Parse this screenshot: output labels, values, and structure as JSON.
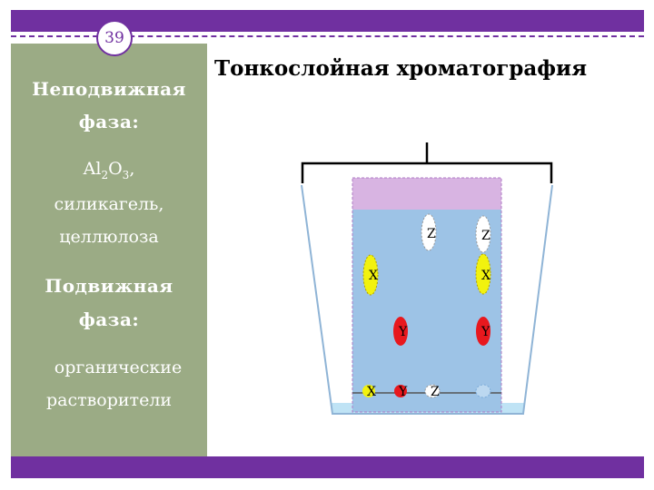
{
  "slide": {
    "page_number": "39",
    "title": "Тонкослойная хроматография",
    "stationary": {
      "heading_line1": "Неподвижная",
      "heading_line2": "фаза:",
      "formula_al": "Al",
      "formula_sub1": "2",
      "formula_o": "O",
      "formula_sub2": "3",
      "formula_comma": ",",
      "materials_line2": "силикагель,",
      "materials_line3": "целлюлоза"
    },
    "mobile": {
      "heading_line1": "Подвижная",
      "heading_line2": "фаза:",
      "solvent_line1": "органические",
      "solvent_line2": "растворители"
    }
  },
  "diagram": {
    "spot_labels": {
      "col1_z": "Z",
      "col1_x": "X",
      "col1_y": "Y",
      "col2_z": "Z",
      "col2_x": "X",
      "col2_y": "Y",
      "start_x": "X",
      "start_y": "Y",
      "start_z": "Z"
    }
  },
  "colors": {
    "band": "#7030a0",
    "panel": "#9bab85",
    "plate": "#9dc3e6",
    "front_zone": "#d8b4e2",
    "spot_x": "#f2f20e",
    "spot_y": "#e8181e",
    "spot_z": "#ffffff"
  }
}
